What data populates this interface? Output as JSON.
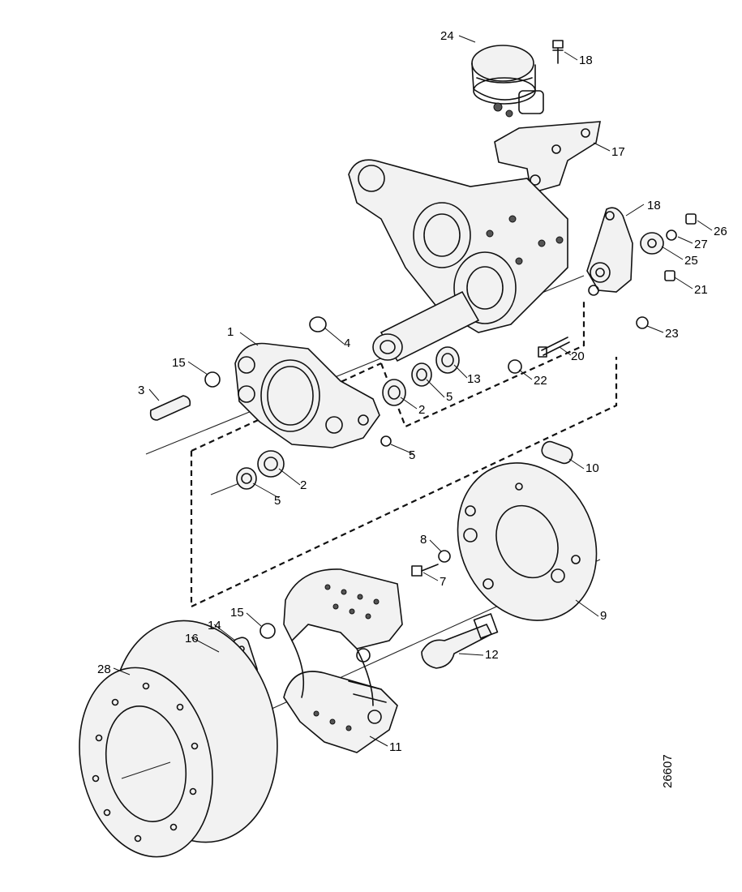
{
  "figure_number": "26607",
  "callouts": {
    "c1": "1",
    "c2a": "2",
    "c2b": "2",
    "c3": "3",
    "c4": "4",
    "c5a": "5",
    "c5b": "5",
    "c5c": "5",
    "c7": "7",
    "c8": "8",
    "c9": "9",
    "c10": "10",
    "c11": "11",
    "c12": "12",
    "c13": "13",
    "c14": "14",
    "c15a": "15",
    "c15b": "15",
    "c16": "16",
    "c17": "17",
    "c18a": "18",
    "c18b": "18",
    "c20": "20",
    "c21": "21",
    "c22": "22",
    "c23": "23",
    "c24": "24",
    "c25": "25",
    "c26": "26",
    "c27": "27",
    "c28": "28"
  }
}
